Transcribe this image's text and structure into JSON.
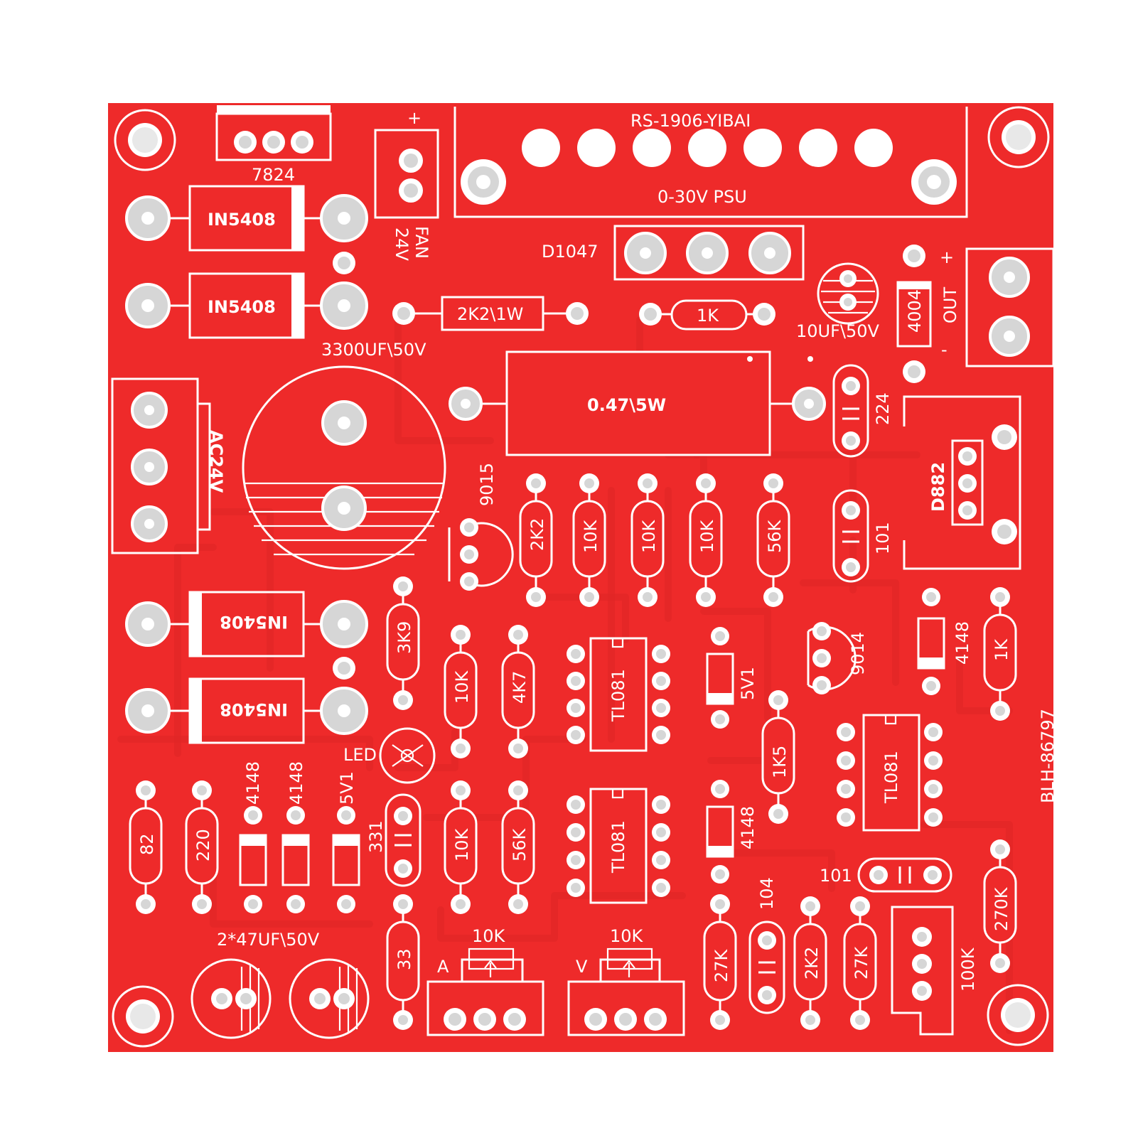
{
  "board": {
    "color": "#ee2a2a",
    "trace_color": "#e02626",
    "silkscreen_color": "#ffffff",
    "pad_color": "#d6d6d6"
  },
  "labels": {
    "model": "RS-1906-YIBAI",
    "psu": "0-30V PSU",
    "reg": "7824",
    "plus_top": "+",
    "fan": "FAN",
    "fan_v": "24V",
    "d1": "IN5408",
    "d2": "IN5408",
    "d3": "IN5408",
    "d4": "IN5408",
    "d1047": "D1047",
    "r_2k2_1w": "2K2\\1W",
    "r_1k_top": "1K",
    "cap_10uf": "10UF\\50V",
    "d_4004": "4004",
    "out": "OUT",
    "out_plus": "+",
    "out_minus": "-",
    "cap_3300": "3300UF\\50V",
    "r_047": "0.47\\5W",
    "c_224": "224",
    "ac24v": "AC24V",
    "t_9015": "9015",
    "r_2k2_a": "2K2",
    "r_10k_a": "10K",
    "r_10k_b": "10K",
    "r_10k_c": "10K",
    "r_56k_a": "56K",
    "c_101_a": "101",
    "d882": "D882",
    "r_3k9": "3K9",
    "r_10k_d": "10K",
    "r_4k7": "4K7",
    "ic_a": "TL081",
    "z_5v1_a": "5V1",
    "t_9014": "9014",
    "d_4148_a": "4148",
    "r_1k_b": "1K",
    "serial": "BLH-86797",
    "led": "LED",
    "r_1k5": "1K5",
    "ic_c": "TL081",
    "d_4148_b": "4148",
    "d_4148_c": "4148",
    "z_5v1_b": "5V1",
    "c_331": "331",
    "r_82": "82",
    "r_220": "220",
    "r_10k_e": "10K",
    "r_56k_b": "56K",
    "ic_b": "TL081",
    "d_4148_d": "4148",
    "c_101_b": "101",
    "c_104": "104",
    "r_270k": "270K",
    "cap_2x47": "2*47UF\\50V",
    "pot_a_val": "10K",
    "pot_v_val": "10K",
    "pot_a": "A",
    "pot_v": "V",
    "r_33": "33",
    "r_27k_a": "27K",
    "r_2k2_b": "2K2",
    "r_27k_b": "27K",
    "pot_100k": "100K"
  }
}
